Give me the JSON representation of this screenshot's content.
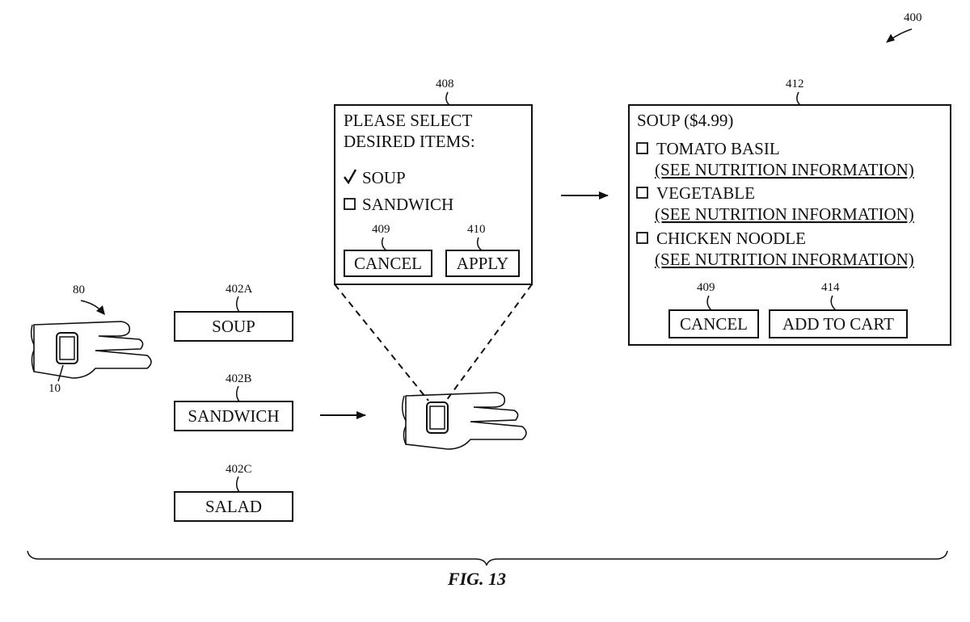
{
  "figure": {
    "ref_main": "400",
    "caption": "FIG. 13"
  },
  "hand_left": {
    "ref_hand": "80",
    "ref_watch": "10"
  },
  "menu": {
    "items": [
      {
        "ref": "402A",
        "label": "SOUP"
      },
      {
        "ref": "402B",
        "label": "SANDWICH"
      },
      {
        "ref": "402C",
        "label": "SALAD"
      }
    ]
  },
  "popup_select": {
    "ref": "408",
    "title_line1": "PLEASE SELECT",
    "title_line2": "DESIRED ITEMS:",
    "options": [
      {
        "label": "SOUP",
        "checked": true
      },
      {
        "label": "SANDWICH",
        "checked": false
      }
    ],
    "cancel": {
      "ref": "409",
      "label": "CANCEL"
    },
    "apply": {
      "ref": "410",
      "label": "APPLY"
    }
  },
  "popup_soup": {
    "ref": "412",
    "title": "SOUP ($4.99)",
    "options": [
      {
        "label": "TOMATO BASIL",
        "link": "(SEE NUTRITION INFORMATION)",
        "checked": false
      },
      {
        "label": "VEGETABLE",
        "link": "(SEE NUTRITION INFORMATION)",
        "checked": false
      },
      {
        "label": "CHICKEN NOODLE",
        "link": "(SEE NUTRITION INFORMATION)",
        "checked": false
      }
    ],
    "cancel": {
      "ref": "409",
      "label": "CANCEL"
    },
    "add": {
      "ref": "414",
      "label": "ADD TO CART"
    }
  }
}
